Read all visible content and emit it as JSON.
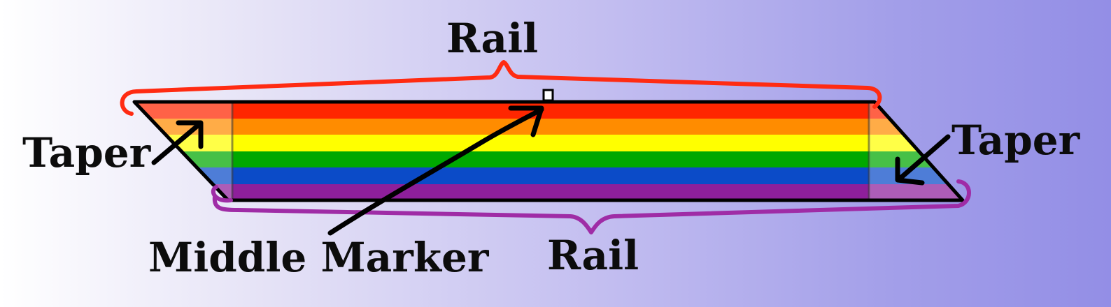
{
  "labels": {
    "rail_top": "Rail",
    "rail_bottom": "Rail",
    "taper_left": "Taper",
    "taper_right": "Taper",
    "middle_marker": "Middle Marker"
  },
  "stripes": [
    "#ff2600",
    "#ff8c00",
    "#ffff00",
    "#00a800",
    "#0b4bc8",
    "#8e1f9b"
  ],
  "colors": {
    "top_brace": "#ff2b12",
    "bottom_brace": "#9f2ca6",
    "outline": "#000000",
    "label_text": "#0c0c0c"
  }
}
